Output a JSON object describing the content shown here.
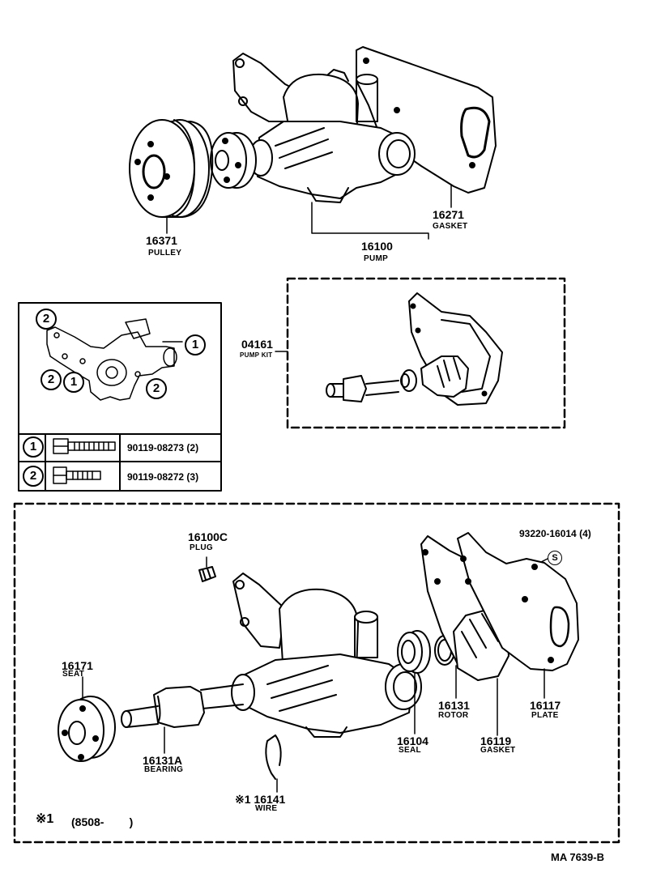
{
  "parts": {
    "pulley": {
      "number": "16371",
      "name": "PULLEY"
    },
    "pump": {
      "number": "16100",
      "name": "PUMP"
    },
    "gasket_top": {
      "number": "16271",
      "name": "GASKET"
    },
    "pump_kit": {
      "number": "04161",
      "name": "PUMP KIT"
    },
    "plug": {
      "number": "16100C",
      "name": "PLUG"
    },
    "seat": {
      "number": "16171",
      "name": "SEAT"
    },
    "bearing": {
      "number": "16131A",
      "name": "BEARING"
    },
    "wire": {
      "number": "※1 16141",
      "name": "WIRE"
    },
    "seal": {
      "number": "16104",
      "name": "SEAL"
    },
    "rotor": {
      "number": "16131",
      "name": "ROTOR"
    },
    "gasket": {
      "number": "16119",
      "name": "GASKET"
    },
    "plate": {
      "number": "16117",
      "name": "PLATE"
    },
    "bolt_set": {
      "number": "93220-16014 (4)",
      "symbol": "S"
    }
  },
  "bolt_table": {
    "rows": [
      {
        "marker": "1",
        "part": "90119-08273 (2)"
      },
      {
        "marker": "2",
        "part": "90119-08272 (3)"
      }
    ]
  },
  "inset_markers": [
    "2",
    "1",
    "2",
    "1",
    "2"
  ],
  "footnote": {
    "mark": "※1",
    "range": "(8508-        )"
  },
  "diagram_code": "MA 7639-B"
}
